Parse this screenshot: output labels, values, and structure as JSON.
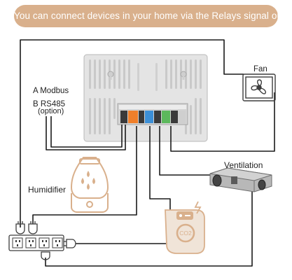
{
  "banner": {
    "text": "You can connect devices in your home via the Relays signal output"
  },
  "labels": {
    "modbus": "A Modbus",
    "rs485": "B RS485",
    "option": "(option)",
    "fan": "Fan",
    "ventilation": "Ventilation",
    "humidifier": "Humidifier",
    "co2": "CO2"
  },
  "colors": {
    "banner": "#d9b08c",
    "accent": "#d9b08c",
    "wire": "#1a1a1a",
    "controller": "#e2e2e2",
    "terminal_orange": "#f07f2a",
    "terminal_blue": "#3c8fd6",
    "terminal_green": "#5cb85c"
  },
  "icons": [
    "controller-panel",
    "fan-icon",
    "ventilation-unit",
    "humidifier-icon",
    "co2-sensor-icon",
    "power-plug-icon",
    "power-strip-icon"
  ]
}
